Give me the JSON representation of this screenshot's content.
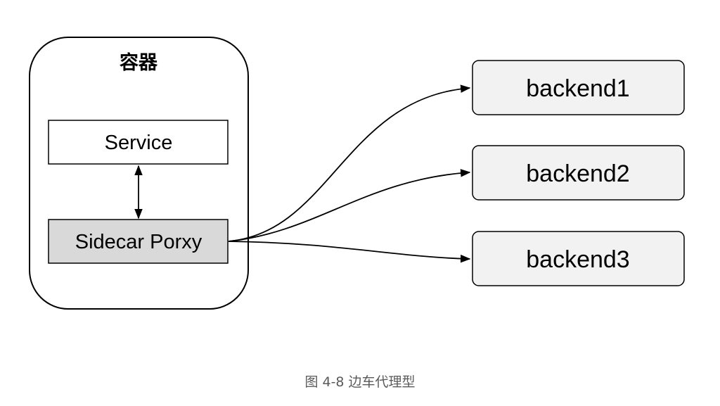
{
  "container": {
    "title": "容器"
  },
  "service": {
    "label": "Service"
  },
  "sidecar": {
    "label": "Sidecar Porxy"
  },
  "backends": [
    {
      "label": "backend1"
    },
    {
      "label": "backend2"
    },
    {
      "label": "backend3"
    }
  ],
  "caption": "图 4-8 边车代理型",
  "colors": {
    "sidecar_fill": "#d9d9d9",
    "backend_fill": "#f2f2f2",
    "stroke": "#000000",
    "caption": "#5a5a5a"
  }
}
